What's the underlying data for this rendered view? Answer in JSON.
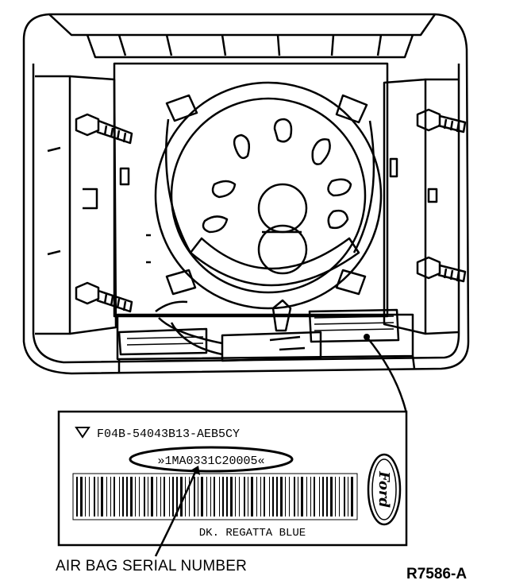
{
  "label": {
    "part_number": "F04B-54043B13-AEB5CY",
    "serial_number": "»1MA0331C20005«",
    "color": "DK. REGATTA BLUE",
    "brand": "Ford"
  },
  "callout": "AIR BAG SERIAL NUMBER",
  "figure_ref": "R7586-A",
  "colors": {
    "line": "#000000",
    "paper": "#ffffff"
  }
}
